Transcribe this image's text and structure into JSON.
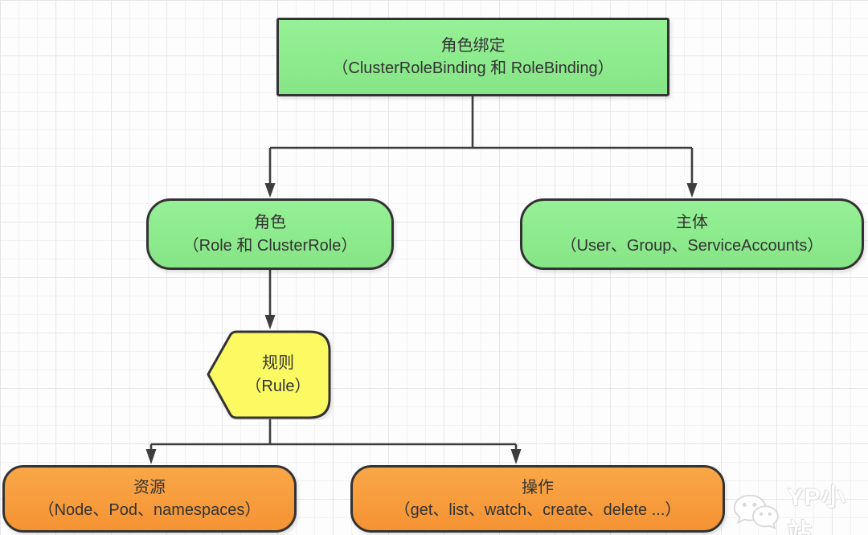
{
  "diagram": {
    "nodes": {
      "role_binding": {
        "title": "角色绑定",
        "subtitle": "（ClusterRoleBinding 和 RoleBinding）"
      },
      "role": {
        "title": "角色",
        "subtitle": "（Role 和 ClusterRole）"
      },
      "subject": {
        "title": "主体",
        "subtitle": "（User、Group、ServiceAccounts）"
      },
      "rule": {
        "title": "规则",
        "subtitle": "（Rule）"
      },
      "resource": {
        "title": "资源",
        "subtitle": "（Node、Pod、namespaces）"
      },
      "operation": {
        "title": "操作",
        "subtitle": "（get、list、watch、create、delete ...）"
      }
    },
    "edges": [
      "role_binding -> role",
      "role_binding -> subject",
      "role -> rule",
      "rule -> resource",
      "rule -> operation"
    ],
    "watermark": {
      "icon": "wechat-icon",
      "text": "YP小站"
    }
  },
  "colors": {
    "green": "#8deb8d",
    "yellow": "#fbfa63",
    "orange": "#f89c3a",
    "border": "#333333",
    "line": "#3d3d3d",
    "text": "#333333"
  }
}
